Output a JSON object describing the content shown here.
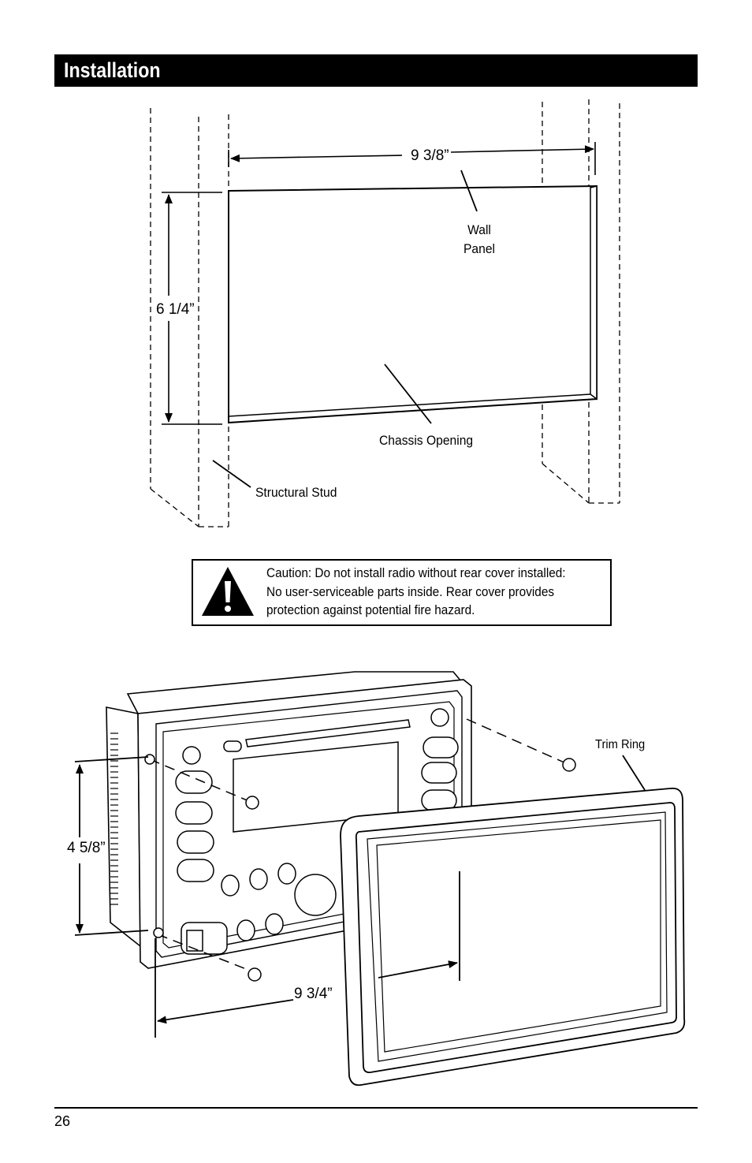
{
  "header": {
    "title": "Installation"
  },
  "diagram1": {
    "width_label": "9 3/8”",
    "height_label": "6 1/4”",
    "wall_panel_label_1": "Wall",
    "wall_panel_label_2": "Panel",
    "chassis_opening_label": "Chassis Opening",
    "structural_stud_label": "Structural Stud"
  },
  "caution": {
    "icon": "warning-triangle-icon",
    "text": "Caution: Do not install radio without rear cover installed: No user-serviceable parts inside. Rear cover provides protection against potential fire hazard."
  },
  "diagram2": {
    "trim_ring_label": "Trim Ring",
    "height_label": "4 5/8”",
    "width_label": "9 3/4”"
  },
  "footer": {
    "page_number": "26"
  }
}
